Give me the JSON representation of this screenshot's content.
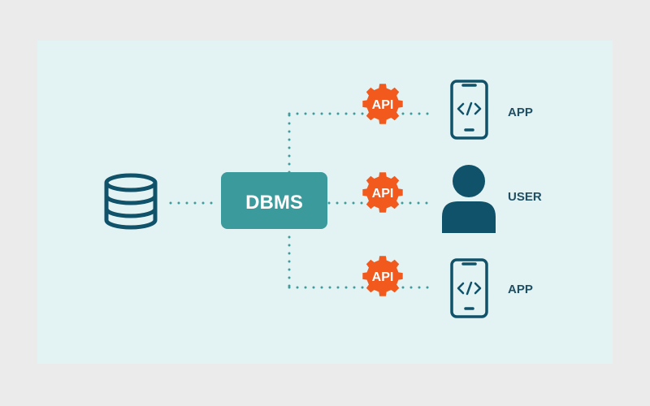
{
  "colors": {
    "page_bg": "#ebebeb",
    "panel_bg": "#e3f2f3",
    "dbms_box": "#3b9a9c",
    "dbms_text": "#ffffff",
    "icon": "#0f5269",
    "api_badge": "#f25a1d",
    "api_text": "#ffffff",
    "connector": "#3e9c9b",
    "label": "#1f4f63"
  },
  "diagram": {
    "dbms_label": "DBMS",
    "api_label": "API",
    "nodes": {
      "app_top": {
        "label": "APP",
        "icon": "mobile-code-icon"
      },
      "user": {
        "label": "USER",
        "icon": "user-icon"
      },
      "app_bottom": {
        "label": "APP",
        "icon": "mobile-code-icon"
      }
    },
    "database_icon": "database-icon",
    "api_icon": "gear-badge-icon"
  }
}
